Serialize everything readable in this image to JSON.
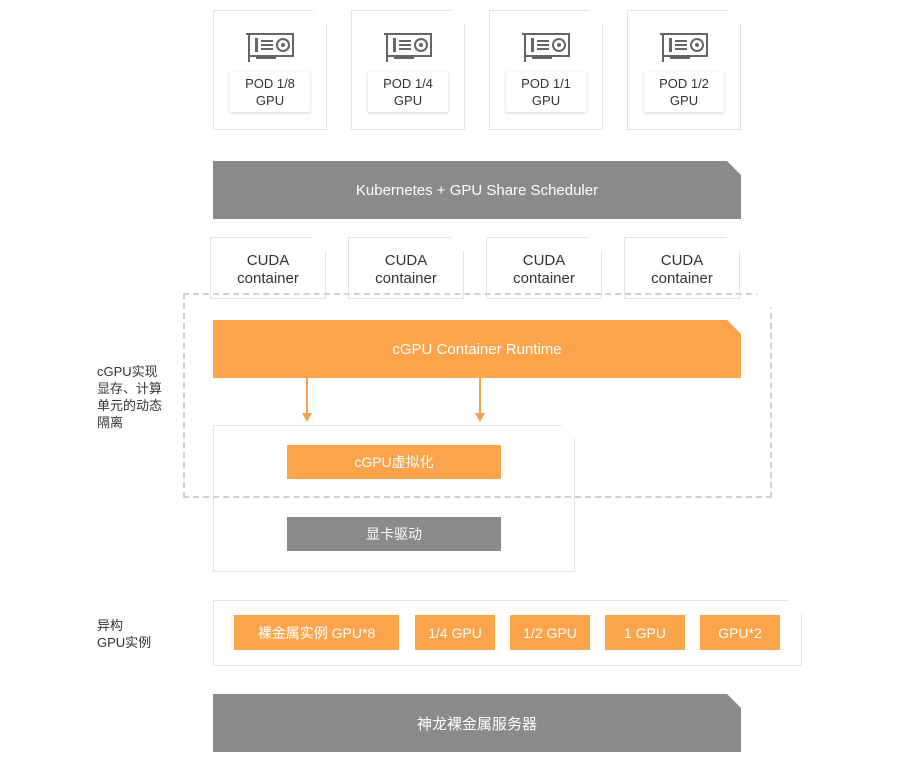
{
  "pods": [
    {
      "line1": "POD 1/8",
      "line2": "GPU"
    },
    {
      "line1": "POD 1/4",
      "line2": "GPU"
    },
    {
      "line1": "POD 1/1",
      "line2": "GPU"
    },
    {
      "line1": "POD 1/2",
      "line2": "GPU"
    }
  ],
  "scheduler": {
    "label": "Kubernetes + GPU Share Scheduler"
  },
  "cuda_containers": [
    {
      "line1": "CUDA",
      "line2": "container"
    },
    {
      "line1": "CUDA",
      "line2": "container"
    },
    {
      "line1": "CUDA",
      "line2": "container"
    },
    {
      "line1": "CUDA",
      "line2": "container"
    }
  ],
  "runtime": {
    "label": "cGPU Container Runtime"
  },
  "virtualization": {
    "label": "cGPU虚拟化"
  },
  "driver": {
    "label": "显卡驱动"
  },
  "side_labels": {
    "cgpu": [
      "cGPU实现",
      "显存、计算",
      "单元的动态",
      "隔离"
    ],
    "hetero": [
      "异构",
      "GPU实例"
    ]
  },
  "instances": [
    {
      "label": "裸金属实例 GPU*8"
    },
    {
      "label": "1/4 GPU"
    },
    {
      "label": "1/2 GPU"
    },
    {
      "label": "1 GPU"
    },
    {
      "label": "GPU*2"
    }
  ],
  "server": {
    "label": "神龙裸金属服务器"
  },
  "icons": {
    "gpu_card": "gpu-card-icon"
  },
  "colors": {
    "orange": "#fba44c",
    "gray": "#8a8a8a",
    "dashed": "#cfcfcf"
  }
}
